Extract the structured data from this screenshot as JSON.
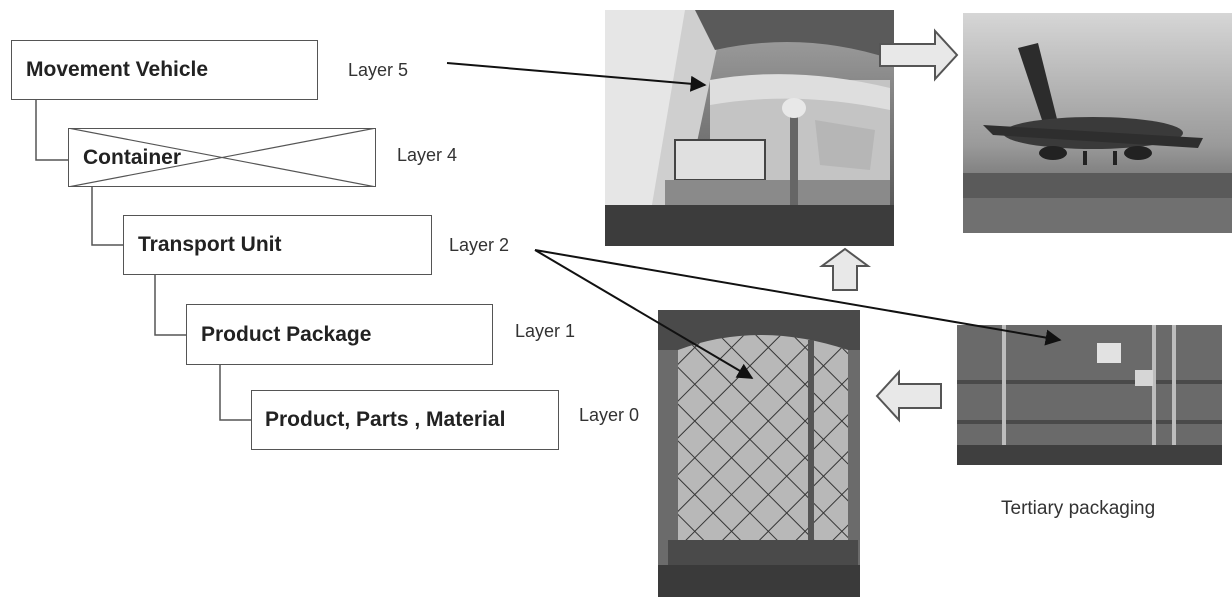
{
  "hierarchy": [
    {
      "name": "Movement Vehicle",
      "layer": "Layer 5",
      "crossed": false
    },
    {
      "name": "Container",
      "layer": "Layer 4",
      "crossed": true
    },
    {
      "name": "Transport Unit",
      "layer": "Layer 2",
      "crossed": false
    },
    {
      "name": "Product Package",
      "layer": "Layer 1",
      "crossed": false
    },
    {
      "name": "Product, Parts , Material",
      "layer": "Layer 0",
      "crossed": false
    }
  ],
  "photos": {
    "loading": "cargo-loading-photo",
    "airplane": "airplane-photo",
    "netted": "netted-pallet-photo",
    "crate": "tertiary-crate-photo"
  },
  "captions": {
    "tertiary": "Tertiary packaging"
  },
  "colors": {
    "box_border": "#555555",
    "arrow_fill": "#e8e8e8",
    "arrow_stroke": "#555555"
  }
}
